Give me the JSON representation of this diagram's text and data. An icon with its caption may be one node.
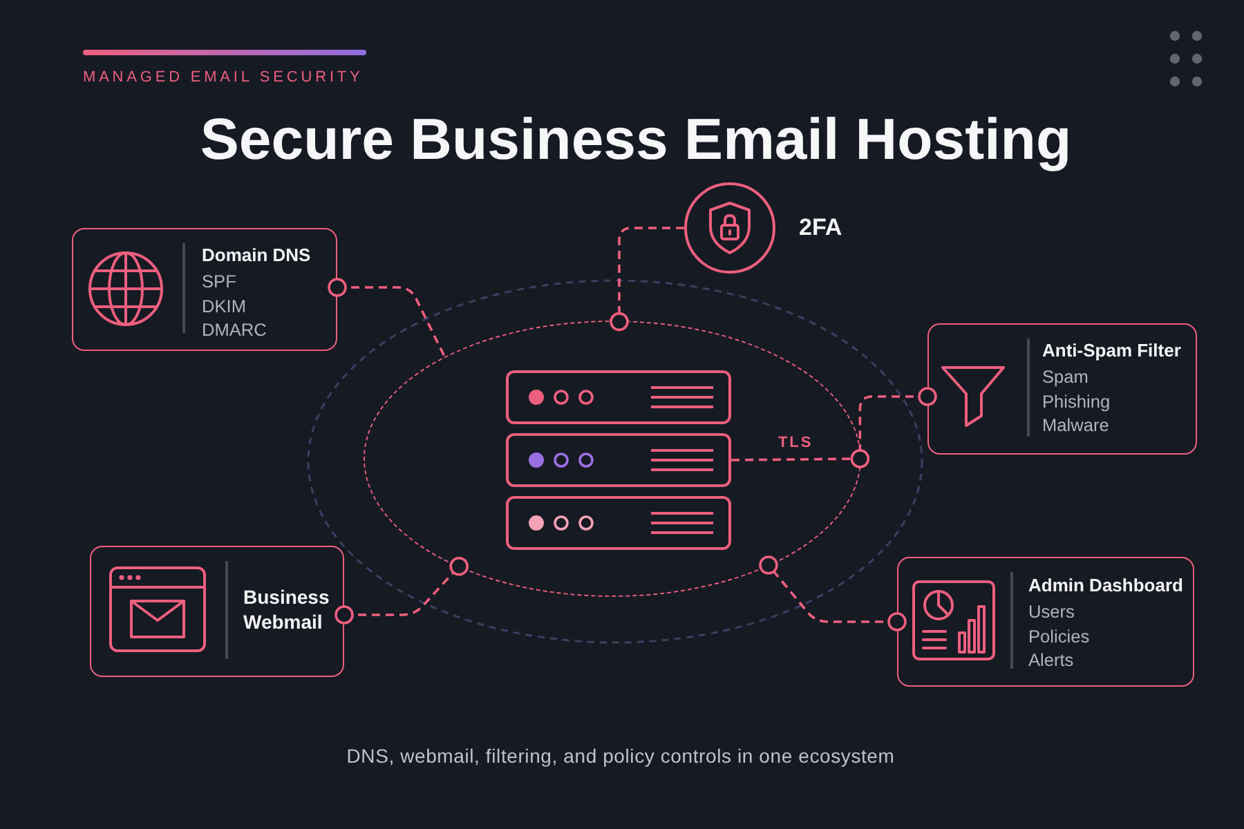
{
  "diagram": {
    "title": "Secure Business Email Hosting",
    "caption": "DNS, webmail, filtering, and policy controls in one ecosystem",
    "nodes": [
      {
        "text": [
          "Domain DNS",
          "SPF",
          "DKIM",
          "DMARC"
        ]
      },
      {
        "text": [
          "2FA"
        ]
      },
      {
        "text": [
          "Anti-Spam Filter",
          "Spam",
          "Phishing",
          "Malware"
        ]
      },
      {
        "text": [],
        "shape": "ellipse"
      },
      {
        "text": [],
        "shape": "picture",
        "in": 3
      },
      {
        "text": [
          "Business Webmail"
        ]
      },
      {
        "text": [
          "Admin Dashboard",
          "Users",
          "Policies",
          "Alerts"
        ]
      }
    ],
    "edges": [
      {
        "from": 0,
        "to": 3,
        "arrow": "other",
        "style": "dashed"
      },
      {
        "from": 1,
        "to": 3,
        "arrow": "other",
        "style": "dashed"
      },
      {
        "from": 2,
        "to": 3,
        "arrow": "other",
        "style": "dashed"
      },
      {
        "from": 4,
        "to": 3,
        "arrow": "other",
        "style": "dashed",
        "label": "TLS"
      },
      {
        "from": 5,
        "to": 3,
        "arrow": "other",
        "style": "dashed"
      },
      {
        "from": 6,
        "to": 3,
        "arrow": "other",
        "style": "dashed"
      }
    ],
    "labels": [
      "MANAGED EMAIL SECURITY"
    ]
  }
}
